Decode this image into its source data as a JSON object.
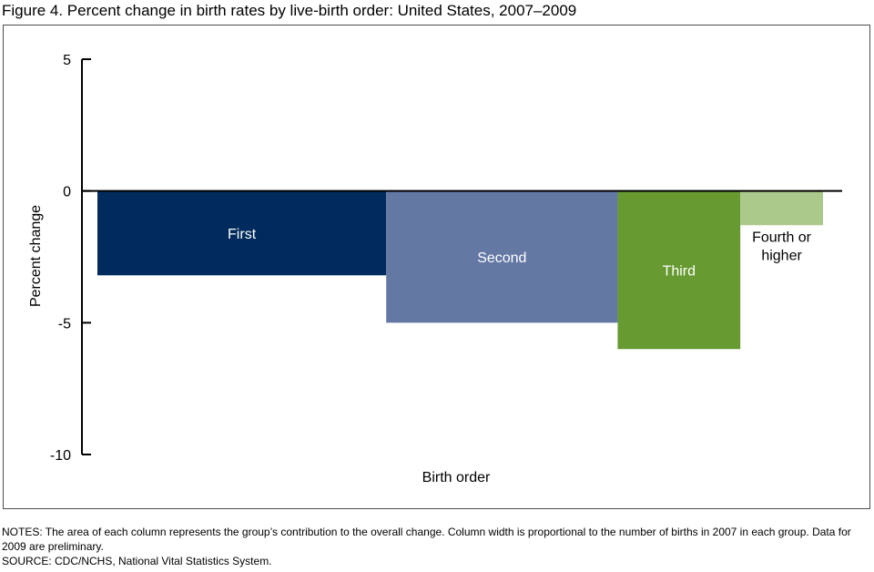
{
  "chart_data": {
    "type": "bar",
    "variable_width": true,
    "title": "Figure 4. Percent change in birth rates by live-birth order: United States, 2007–2009",
    "xlabel": "Birth order",
    "ylabel": "Percent change",
    "ylim": [
      -10,
      5
    ],
    "yticks": [
      5,
      0,
      -5,
      -10
    ],
    "grid": false,
    "bars": [
      {
        "label": [
          "First"
        ],
        "value": -3.2,
        "width_share": 0.398,
        "color": "#002b5c",
        "text_color": "#ffffff"
      },
      {
        "label": [
          "Second"
        ],
        "value": -5.0,
        "width_share": 0.319,
        "color": "#6478a4",
        "text_color": "#ffffff"
      },
      {
        "label": [
          "Third"
        ],
        "value": -6.0,
        "width_share": 0.169,
        "color": "#679a31",
        "text_color": "#ffffff"
      },
      {
        "label": [
          "Fourth or",
          "higher"
        ],
        "value": -1.3,
        "width_share": 0.114,
        "color": "#abc98b",
        "text_color": "#000000"
      }
    ]
  },
  "notes": {
    "line1": "NOTES: The area of each column represents the group’s contribution to the overall change. Column width is proportional to the number of births in 2007 in each group. Data for 2009 are preliminary.",
    "line2": "SOURCE: CDC/NCHS, National Vital Statistics System."
  }
}
